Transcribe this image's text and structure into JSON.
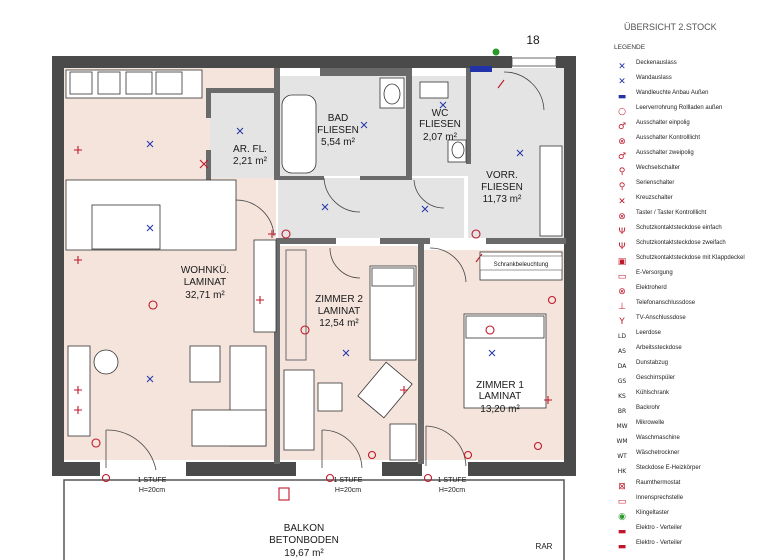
{
  "header": {
    "title": "ÜBERSICHT 2.STOCK",
    "unit_number": "18"
  },
  "rooms": {
    "wohnkueche": {
      "name": "WOHNKÜ.",
      "floor": "LAMINAT",
      "area": "32,71 m²"
    },
    "abstellraum": {
      "name": "AR. FL.",
      "area": "2,21 m²"
    },
    "bad": {
      "name": "BAD",
      "floor": "FLIESEN",
      "area": "5,54 m²"
    },
    "wc": {
      "name": "WC",
      "floor": "FLIESEN",
      "area": "2,07 m²"
    },
    "vorraum": {
      "name": "VORR.",
      "floor": "FLIESEN",
      "area": "11,73 m²"
    },
    "zimmer2": {
      "name": "ZIMMER 2",
      "floor": "LAMINAT",
      "area": "12,54 m²"
    },
    "zimmer1": {
      "name": "ZIMMER 1",
      "floor": "LAMINAT",
      "area": "13,20 m²"
    },
    "balkon": {
      "name": "BALKON",
      "floor": "BETONBODEN",
      "area": "19,67 m²"
    }
  },
  "annotations": {
    "stufe": "1 STUFE",
    "stufe_height": "H=20cm",
    "schrankbeleuchtung": "Schrankbeleuchtung",
    "rar": "RAR"
  },
  "legend": {
    "heading": "LEGENDE",
    "items": [
      {
        "icon": "ceiling-outlet-icon",
        "glyph": "✕",
        "label": "Deckenauslass"
      },
      {
        "icon": "wall-outlet-icon",
        "glyph": "✕",
        "label": "Wandauslass"
      },
      {
        "icon": "wall-light-icon",
        "glyph": "▬",
        "label": "Wandleuchte Anbau Außen"
      },
      {
        "icon": "conduit-icon",
        "glyph": "○",
        "label": "Leerverrohrung Rollladen außen"
      },
      {
        "icon": "switch-single-icon",
        "glyph": "♂",
        "label": "Ausschalter einpolig"
      },
      {
        "icon": "switch-control-icon",
        "glyph": "⊗",
        "label": "Ausschalter Kontrolllicht"
      },
      {
        "icon": "switch-double-icon",
        "glyph": "♂",
        "label": "Ausschalter zweipolig"
      },
      {
        "icon": "changeover-switch-icon",
        "glyph": "⚲",
        "label": "Wechselschalter"
      },
      {
        "icon": "series-switch-icon",
        "glyph": "⚲",
        "label": "Serienschalter"
      },
      {
        "icon": "cross-switch-icon",
        "glyph": "✕",
        "label": "Kreuzschalter"
      },
      {
        "icon": "push-button-icon",
        "glyph": "⊗",
        "label": "Taster / Taster Kontrolllicht"
      },
      {
        "icon": "socket-single-icon",
        "glyph": "Ψ",
        "label": "Schutzkontaktsteckdose einfach"
      },
      {
        "icon": "socket-double-icon",
        "glyph": "Ψ",
        "label": "Schutzkontaktsteckdose zweifach"
      },
      {
        "icon": "socket-flap-icon",
        "glyph": "▣",
        "label": "Schutzkontaktsteckdose mit Klappdeckel"
      },
      {
        "icon": "e-supply-icon",
        "glyph": "▭",
        "label": "E-Versorgung"
      },
      {
        "icon": "stove-icon",
        "glyph": "⊗",
        "label": "Elektroherd"
      },
      {
        "icon": "phone-socket-icon",
        "glyph": "⊥",
        "label": "Telefonanschlussdose"
      },
      {
        "icon": "tv-socket-icon",
        "glyph": "Y",
        "label": "TV-Anschlussdose"
      },
      {
        "icon": "box-ld-icon",
        "glyph": "LD",
        "label": "Leerdose"
      },
      {
        "icon": "box-as-icon",
        "glyph": "AS",
        "label": "Arbeitssteckdose"
      },
      {
        "icon": "box-da-icon",
        "glyph": "DA",
        "label": "Dunstabzug"
      },
      {
        "icon": "box-gs-icon",
        "glyph": "GS",
        "label": "Geschirrspüler"
      },
      {
        "icon": "box-ks-icon",
        "glyph": "KS",
        "label": "Kühlschrank"
      },
      {
        "icon": "box-br-icon",
        "glyph": "BR",
        "label": "Backrohr"
      },
      {
        "icon": "box-mw-icon",
        "glyph": "MW",
        "label": "Mikrowelle"
      },
      {
        "icon": "box-wm-icon",
        "glyph": "WM",
        "label": "Waschmaschine"
      },
      {
        "icon": "box-wt-icon",
        "glyph": "WT",
        "label": "Wäschetrockner"
      },
      {
        "icon": "box-hk-icon",
        "glyph": "HK",
        "label": "Steckdose E-Heizkörper"
      },
      {
        "icon": "thermostat-icon",
        "glyph": "⊠",
        "label": "Raumthermostat"
      },
      {
        "icon": "intercom-icon",
        "glyph": "▭",
        "label": "Innensprechstelle"
      },
      {
        "icon": "doorbell-icon",
        "glyph": "◉",
        "label": "Klingeltaster"
      },
      {
        "icon": "distribution-icon",
        "glyph": "▬",
        "label": "Elektro - Verteiler"
      },
      {
        "icon": "distribution-2-icon",
        "glyph": "▬",
        "label": "Elektro - Verteiler"
      }
    ]
  },
  "colors": {
    "wall": "#4a4a4a",
    "floor_laminat": "#f4e4dc",
    "floor_tile": "#e4e4e4",
    "electric": "#c0182a",
    "ceiling_outlet": "#2233aa"
  }
}
